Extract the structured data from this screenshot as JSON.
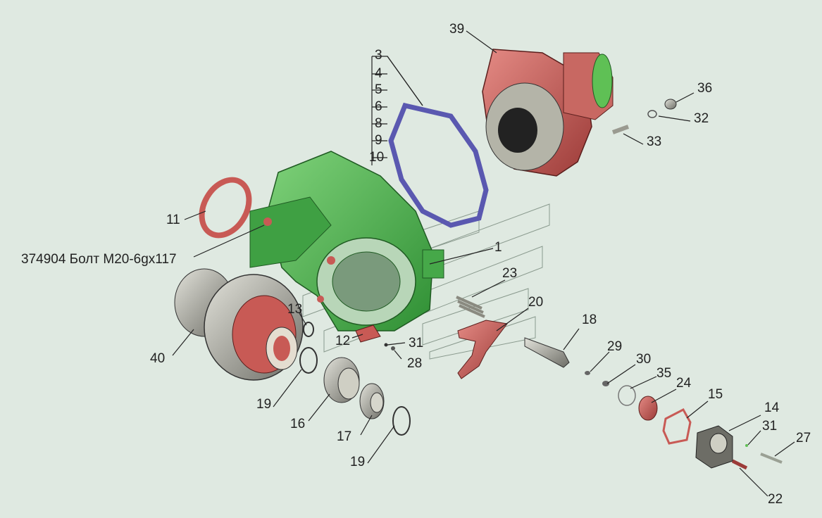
{
  "labels": {
    "l1": "1",
    "l3": "3",
    "l4": "4",
    "l5": "5",
    "l6": "6",
    "l8": "8",
    "l9": "9",
    "l10": "10",
    "l11": "11",
    "l12": "12",
    "l13": "13",
    "l14": "14",
    "l15": "15",
    "l16": "16",
    "l17": "17",
    "l18": "18",
    "l19a": "19",
    "l19b": "19",
    "l20": "20",
    "l22": "22",
    "l23": "23",
    "l24": "24",
    "l27": "27",
    "l28": "28",
    "l29": "29",
    "l30": "30",
    "l31a": "31",
    "l31b": "31",
    "l32": "32",
    "l33": "33",
    "l35": "35",
    "l36": "36",
    "l39": "39",
    "l40": "40",
    "bolt": "374904 Болт М20-6gx117"
  },
  "colors": {
    "background": "#dfe9e1",
    "housing": "#4fb84a",
    "red_part": "#c85a55",
    "gasket": "#5a58b0",
    "steel": "#9a9a90",
    "dark": "#3a3a3a"
  }
}
